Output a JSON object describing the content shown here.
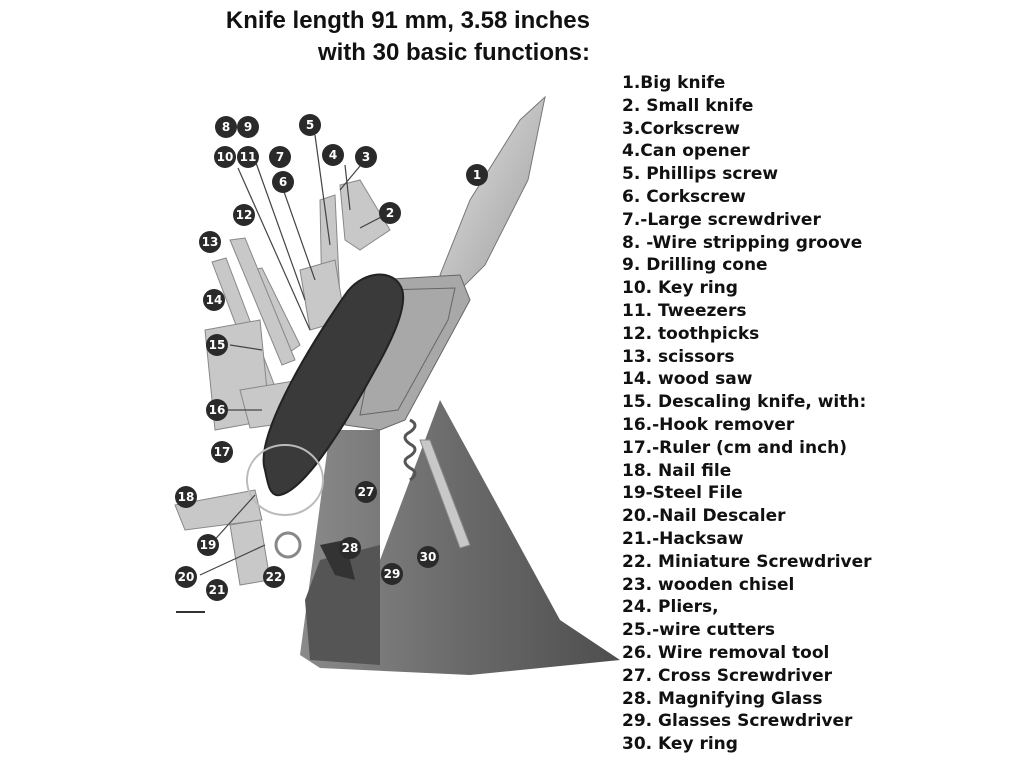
{
  "header": {
    "line1": "Knife length 91 mm, 3.58 inches",
    "line2": "with 30 basic functions:"
  },
  "functions": [
    "1.Big knife",
    "2. Small knife",
    "3.Corkscrew",
    "4.Can opener",
    "5. Phillips screw",
    "6. Corkscrew",
    "7.-Large screwdriver",
    "8. -Wire stripping groove",
    "9. Drilling cone",
    "10. Key ring",
    "11. Tweezers",
    "12. toothpicks",
    "13. scissors",
    "14. wood saw",
    "15. Descaling knife, with:",
    "16.-Hook remover",
    "17.-Ruler (cm and inch)",
    "18. Nail file",
    "19-Steel File",
    "20.-Nail Descaler",
    "21.-Hacksaw",
    "22. Miniature Screwdriver",
    "23. wooden chisel",
    "24. Pliers,",
    "25.-wire cutters",
    "26. Wire removal tool",
    "27. Cross Screwdriver",
    "28. Magnifying Glass",
    "29. Glasses Screwdriver",
    "30. Key ring"
  ],
  "badges": [
    "1",
    "2",
    "3",
    "4",
    "5",
    "6",
    "7",
    "8",
    "9",
    "10",
    "11",
    "12",
    "13",
    "14",
    "15",
    "16",
    "17",
    "18",
    "19",
    "20",
    "21",
    "22",
    "27",
    "28",
    "29",
    "30"
  ],
  "colors": {
    "badge": "#2a2a2a",
    "handle": "#3a3a3a",
    "metal": "#b9b9b9",
    "stand": "#6e6e6e"
  }
}
